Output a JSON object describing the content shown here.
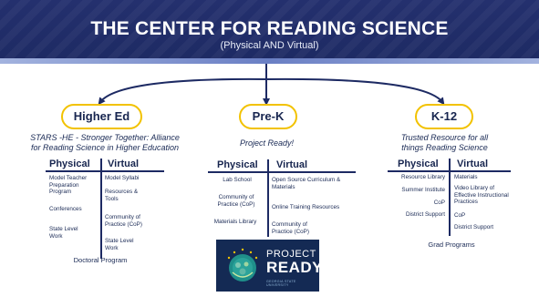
{
  "header": {
    "title": "THE CENTER FOR READING SCIENCE",
    "subtitle": "(Physical AND Virtual)"
  },
  "branches": {
    "higher_ed": {
      "label": "Higher Ed",
      "tagline_line1": "STARS -HE - Stronger Together: Alliance",
      "tagline_line2": "for Reading Science in Higher Education",
      "physical_header": "Physical",
      "virtual_header": "Virtual",
      "physical_items": [
        "Model Teacher\nPreparation\nProgram",
        "Conferences",
        "State Level\nWork"
      ],
      "virtual_items": [
        "Model Syllabi",
        "Resources &\nTools",
        "Community of\nPractice (CoP)",
        "State Level\nWork"
      ],
      "footer": "Doctoral Program"
    },
    "pre_k": {
      "label": "Pre-K",
      "tagline_line1": "Project Ready!",
      "physical_header": "Physical",
      "virtual_header": "Virtual",
      "physical_items": [
        "Lab School",
        "Community of\nPractice (CoP)",
        "Materials Library"
      ],
      "virtual_items": [
        "Open Source Curriculum &\nMaterials",
        "Online Training Resources",
        "Community of\nPractice (CoP)"
      ]
    },
    "k12": {
      "label": "K-12",
      "tagline_line1": "Trusted Resource for all",
      "tagline_line2": "things Reading Science",
      "physical_header": "Physical",
      "virtual_header": "Virtual",
      "physical_items": [
        "Resource Library",
        "Summer Institute",
        "CoP",
        "District Support"
      ],
      "virtual_items": [
        "Materials",
        "Video Library of\nEffective Instructional\nPractices",
        "CoP",
        "District Support"
      ],
      "footer": "Grad Programs"
    }
  },
  "logo": {
    "line1": "PROJECT",
    "line2": "READY",
    "byline": "GEORGIA STATE UNIVERSITY"
  },
  "colors": {
    "banner": "#1d2a63",
    "accent_gold": "#f2c200",
    "text_navy": "#17254f"
  }
}
